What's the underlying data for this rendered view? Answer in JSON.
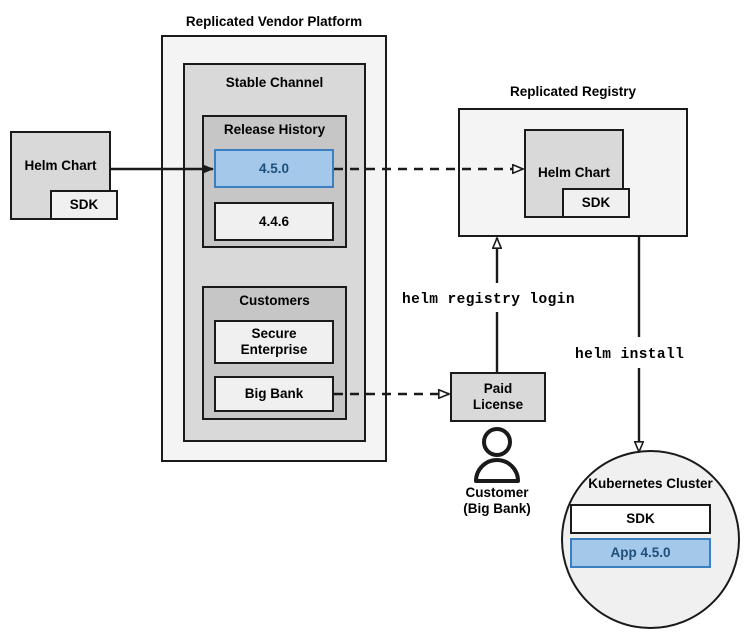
{
  "diagram": {
    "title": "Replicated Helm chart distribution flow",
    "colors": {
      "accent_blue_fill": "#a3c8ea",
      "accent_blue_border": "#3a7fc1",
      "accent_blue_text": "#1f4e79",
      "outline": "#1a1a1a",
      "platform_fill": "#f4f4f4",
      "channel_fill": "#d9d9d9",
      "group_fill": "#c6c6c6",
      "node_gray_fill": "#d9d9d9",
      "node_light_fill": "#f0f0f0",
      "node_white_fill": "#ffffff"
    }
  },
  "source": {
    "helm_chart_label": "Helm Chart",
    "sdk_label": "SDK"
  },
  "platform": {
    "title": "Replicated Vendor Platform",
    "channel": {
      "title": "Stable Channel",
      "release_history": {
        "title": "Release History",
        "releases": [
          {
            "version": "4.5.0",
            "highlighted": true
          },
          {
            "version": "4.4.6",
            "highlighted": false
          }
        ]
      },
      "customers": {
        "title": "Customers",
        "items": [
          {
            "name": "Secure\nEnterprise"
          },
          {
            "name": "Big Bank"
          }
        ]
      }
    }
  },
  "registry": {
    "title": "Replicated Registry",
    "helm_chart_label": "Helm Chart",
    "sdk_label": "SDK"
  },
  "license": {
    "label": "Paid\nLicense"
  },
  "customer": {
    "icon": "person-icon",
    "caption": "Customer\n(Big Bank)"
  },
  "cluster": {
    "title": "Kubernetes Cluster",
    "items": [
      {
        "label": "SDK",
        "highlighted": false
      },
      {
        "label": "App 4.5.0",
        "highlighted": true
      }
    ]
  },
  "commands": {
    "registry_login": "helm registry login",
    "install": "helm install"
  },
  "edges": [
    {
      "name": "helm-chart-to-release",
      "style": "solid",
      "arrowhead": "filled"
    },
    {
      "name": "release-to-registry",
      "style": "dashed",
      "arrowhead": "hollow"
    },
    {
      "name": "bigbank-to-license",
      "style": "dashed",
      "arrowhead": "hollow"
    },
    {
      "name": "license-to-registry",
      "style": "solid",
      "arrowhead": "hollow"
    },
    {
      "name": "registry-to-cluster",
      "style": "solid",
      "arrowhead": "hollow"
    }
  ]
}
